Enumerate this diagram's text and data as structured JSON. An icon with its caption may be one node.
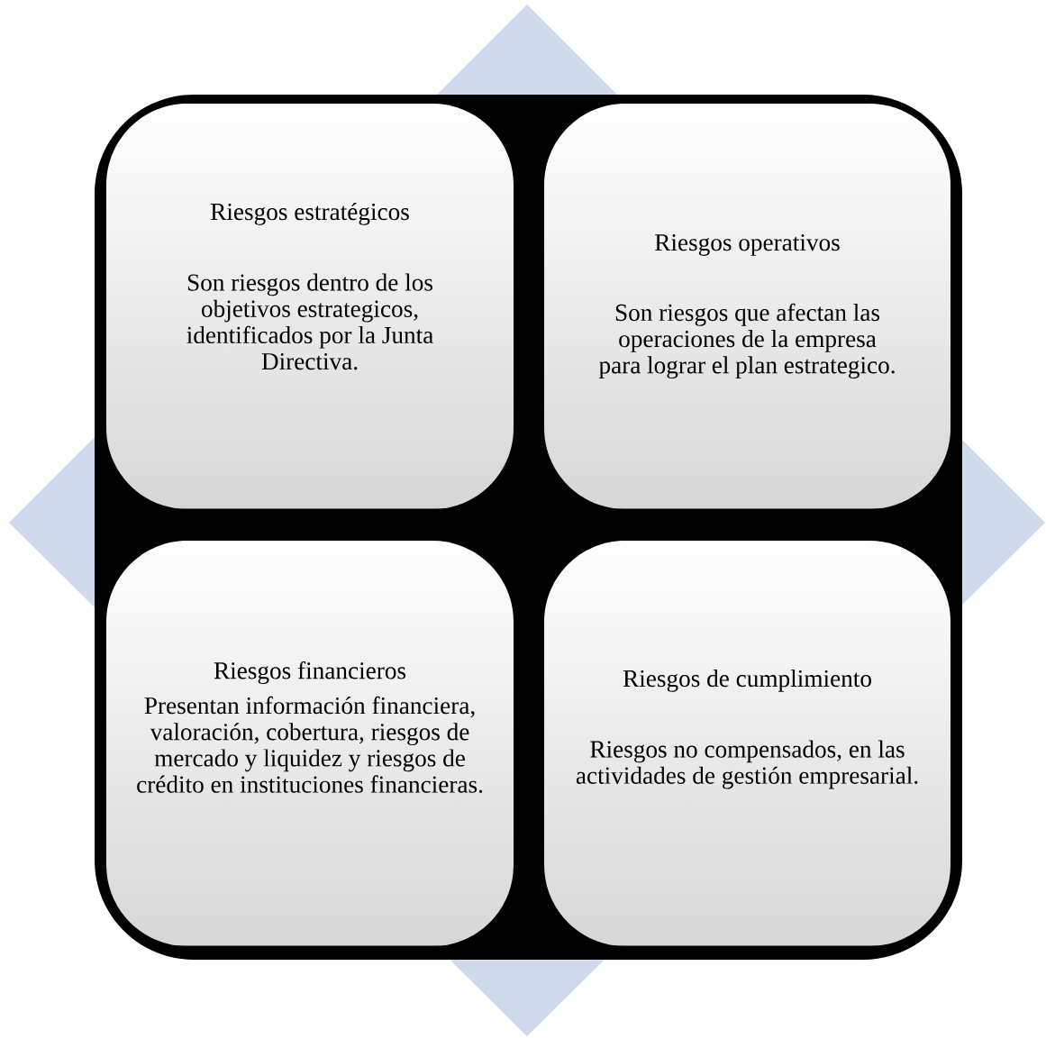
{
  "diagram": {
    "nodes": [
      {
        "text": [
          "Riesgos estratégicos",
          "Son riesgos dentro de los objetivos estrategicos, identificados por la Junta Directiva."
        ]
      },
      {
        "text": [
          "Riesgos operativos",
          "Son riesgos que afectan las operaciones de la empresa para lograr el plan estrategico."
        ]
      },
      {
        "text": [
          "Riesgos financieros",
          "Presentan información  financiera, valoración, cobertura, riesgos de mercado y liquidez y riesgos de crédito en instituciones financieras."
        ]
      },
      {
        "text": [
          "Riesgos de cumplimiento",
          "Riesgos no compensados, en las actividades de gestión empresarial."
        ]
      }
    ]
  }
}
